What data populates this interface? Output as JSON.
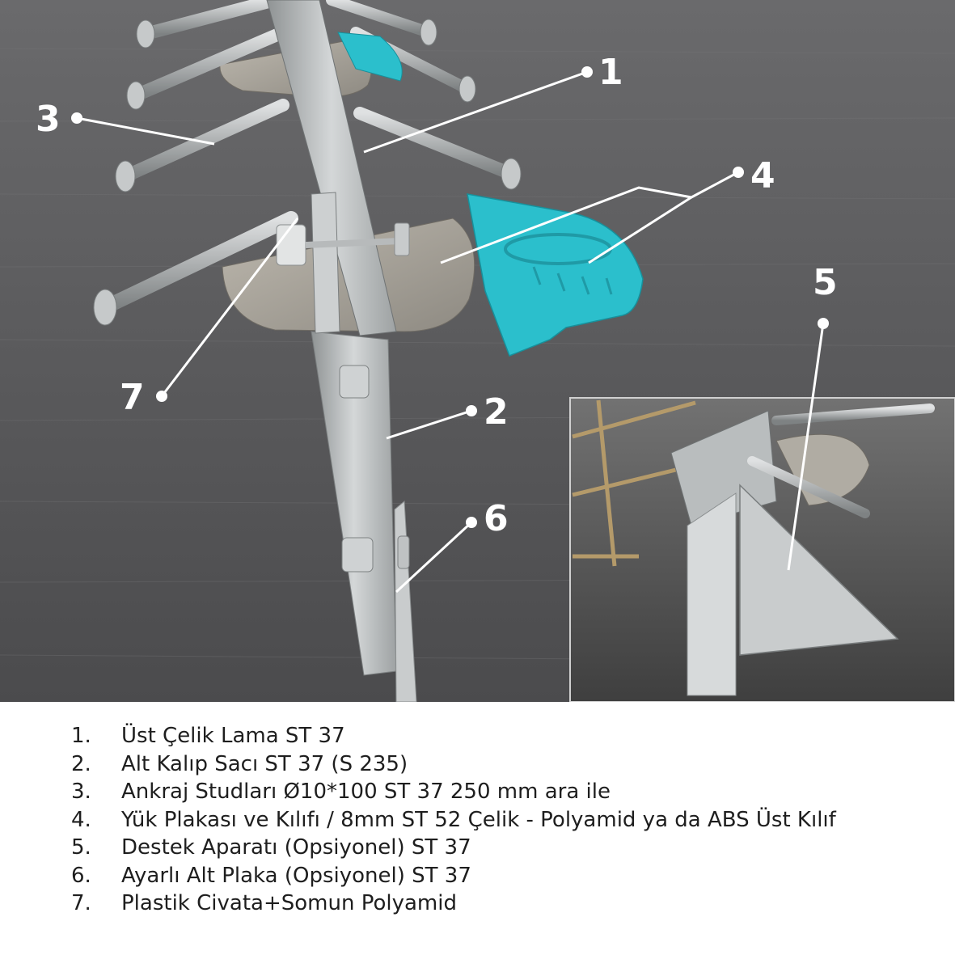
{
  "callouts": [
    {
      "id": "1",
      "label": "1"
    },
    {
      "id": "2",
      "label": "2"
    },
    {
      "id": "3",
      "label": "3"
    },
    {
      "id": "4",
      "label": "4"
    },
    {
      "id": "5",
      "label": "5"
    },
    {
      "id": "6",
      "label": "6"
    },
    {
      "id": "7",
      "label": "7"
    }
  ],
  "legend": [
    {
      "no": "1.",
      "text": "Üst Çelik Lama ST 37"
    },
    {
      "no": "2.",
      "text": "Alt Kalıp Sacı ST 37 (S 235)"
    },
    {
      "no": "3.",
      "text": "Ankraj Studları Ø10*100 ST 37 250 mm ara ile"
    },
    {
      "no": "4.",
      "text": "Yük Plakası ve Kılıfı / 8mm ST 52 Çelik - Polyamid ya da ABS Üst Kılıf"
    },
    {
      "no": "5.",
      "text": "Destek Aparatı (Opsiyonel) ST 37"
    },
    {
      "no": "6.",
      "text": "Ayarlı Alt Plaka (Opsiyonel) ST 37"
    },
    {
      "no": "7.",
      "text": "Plastik Civata+Somun Polyamid"
    }
  ],
  "colors": {
    "concrete": "#5c5c5e",
    "steel": "#b8bcbd",
    "cover": "#2bbfcc",
    "text": "#1e1e1e"
  }
}
